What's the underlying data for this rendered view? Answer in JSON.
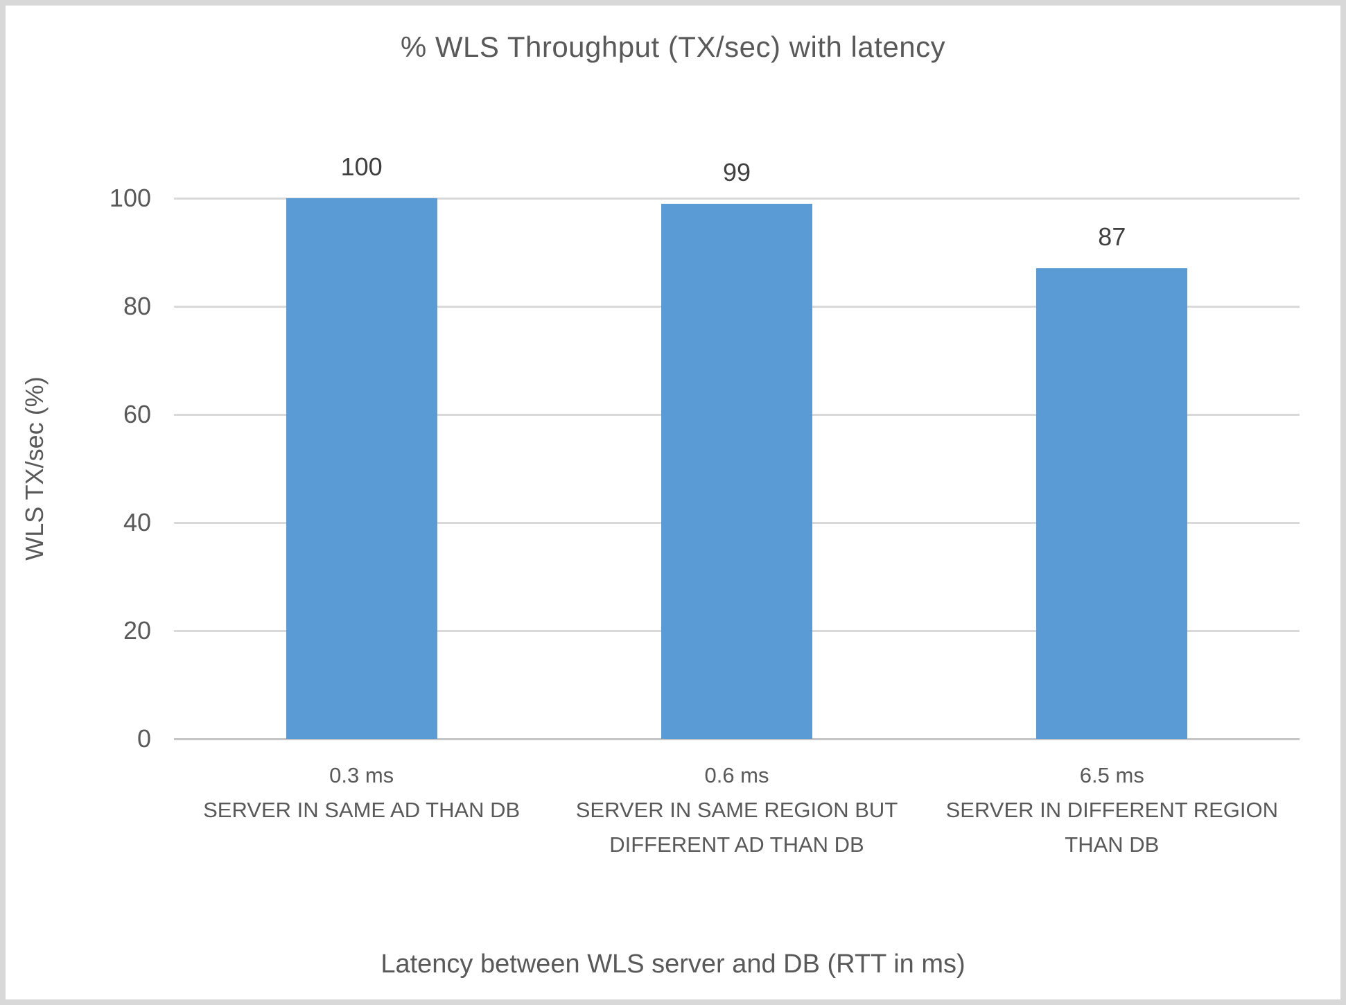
{
  "chart_data": {
    "type": "bar",
    "title": "% WLS Throughput (TX/sec) with latency",
    "xlabel": "Latency between WLS server and DB (RTT in ms)",
    "ylabel": "WLS TX/sec (%)",
    "ylim": [
      0,
      100
    ],
    "yticks": [
      0,
      20,
      40,
      60,
      80,
      100
    ],
    "grid": true,
    "legend": false,
    "categories": [
      "0.3 ms\nSERVER IN SAME AD THAN DB",
      "0.6 ms\nSERVER IN SAME REGION BUT\nDIFFERENT AD THAN DB",
      "6.5 ms\nSERVER IN DIFFERENT REGION\nTHAN DB"
    ],
    "values": [
      100,
      99,
      87
    ],
    "data_labels": [
      "100",
      "99",
      "87"
    ]
  },
  "colors": {
    "bar_fill": "#5b9bd5",
    "gridline": "#d9d9d9",
    "axis_line": "#c6c6c6",
    "text_gray": "#595959",
    "data_label": "#3f3f3f",
    "frame": "#d8d8d8"
  }
}
